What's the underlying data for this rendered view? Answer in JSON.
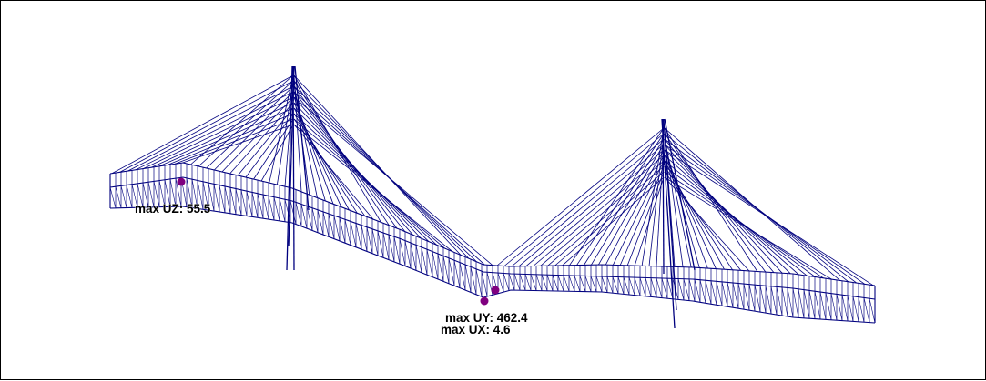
{
  "view": {
    "structure_color": "#00007f",
    "marker_color": "#7f007f",
    "frame_color": "#000000",
    "background": "#ffffff"
  },
  "annotations": {
    "uz": "max UZ: 55.5",
    "uy": "max UY: 462.4",
    "ux": "max UX: 4.6"
  }
}
